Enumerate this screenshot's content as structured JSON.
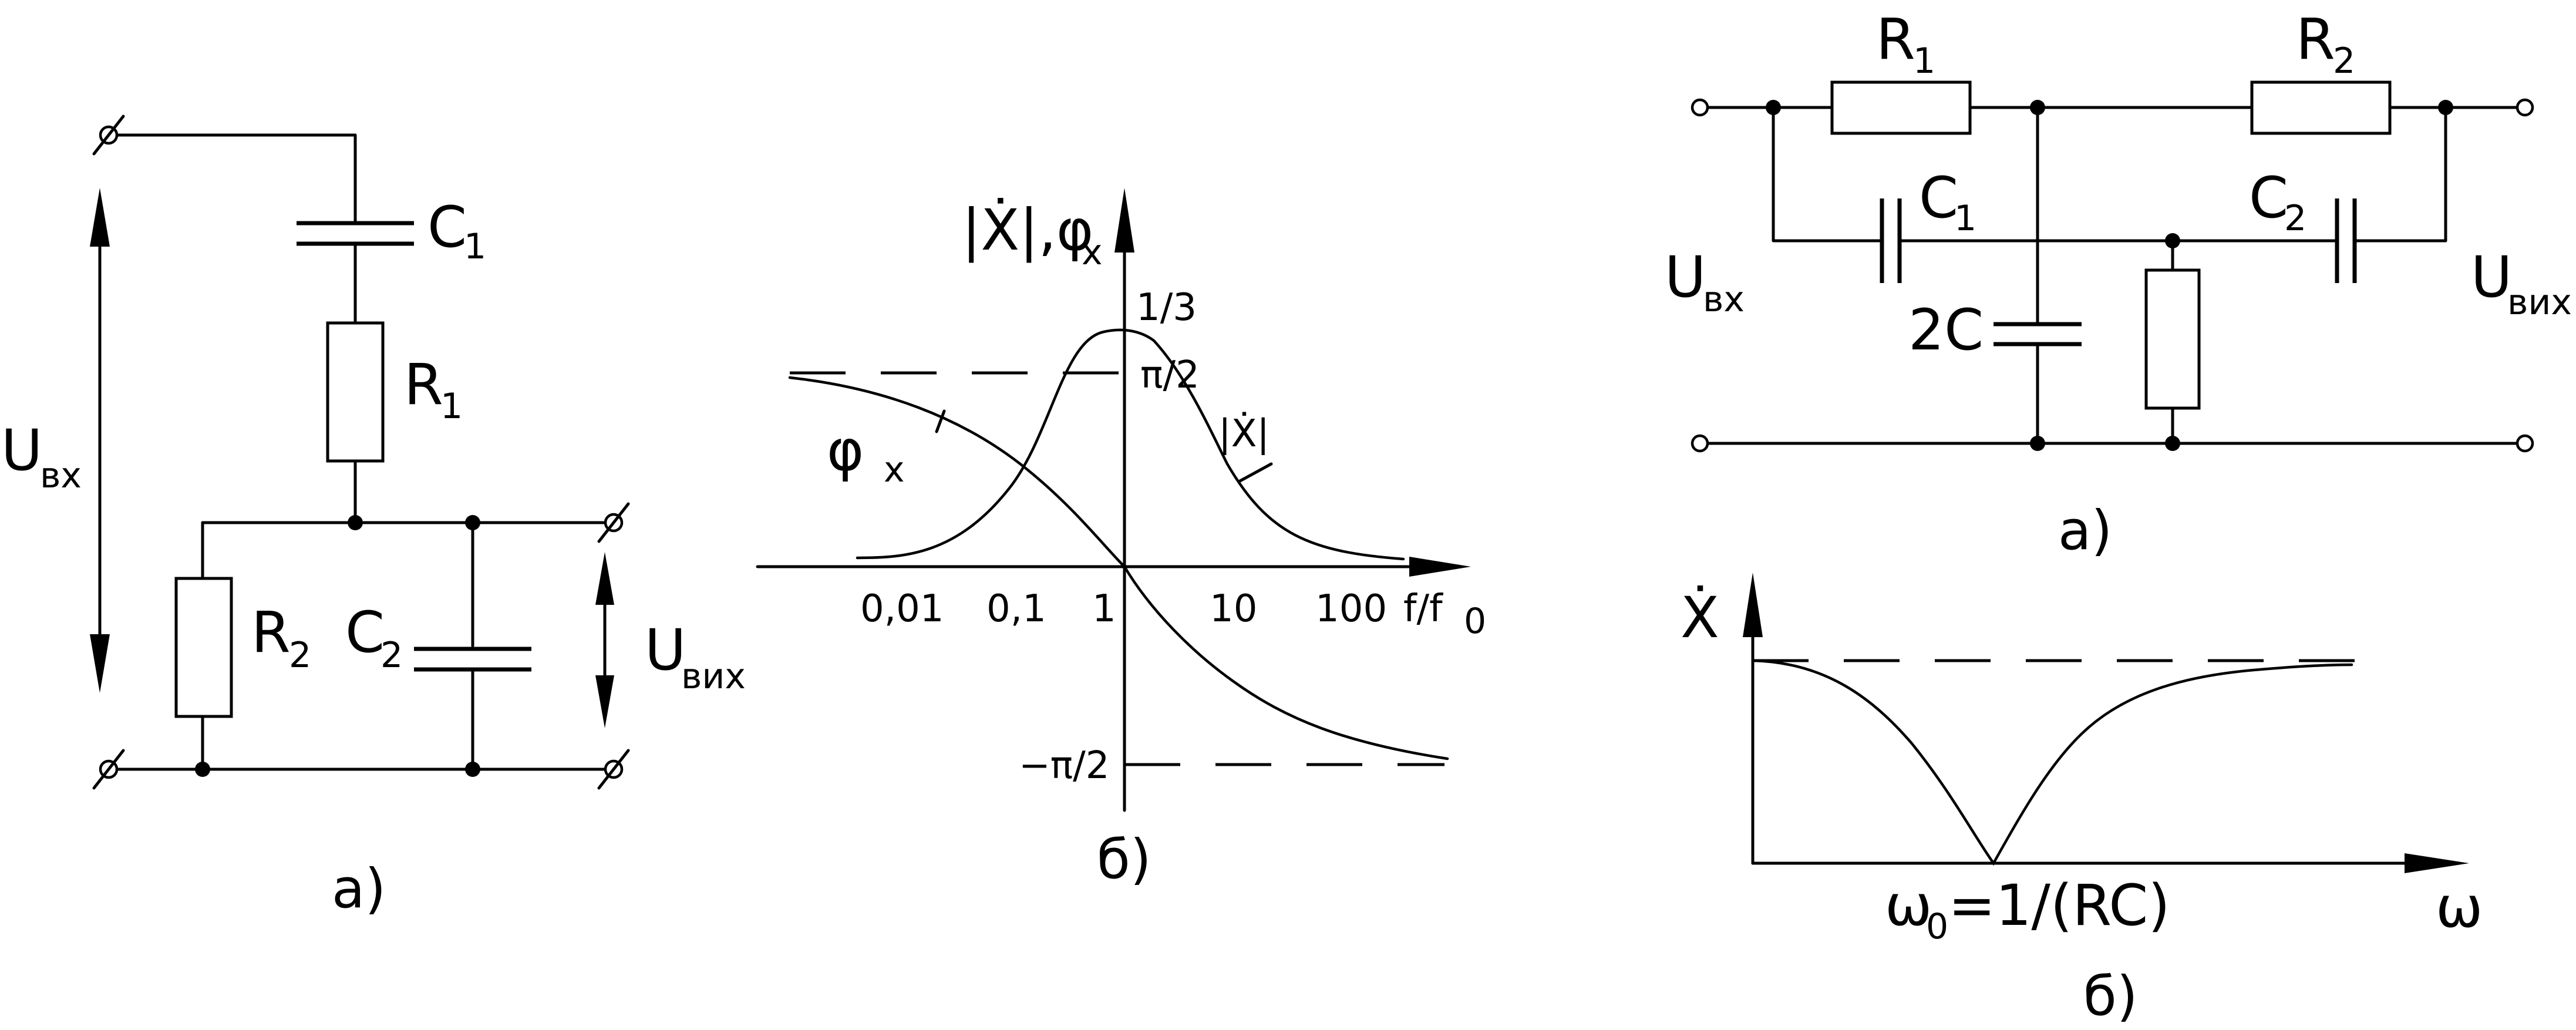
{
  "left": {
    "labels": {
      "c1": "C",
      "c1_sub": "1",
      "r1": "R",
      "r1_sub": "1",
      "r2": "R",
      "r2_sub": "2",
      "c2": "C",
      "c2_sub": "2",
      "uin": "U",
      "uin_sub": "вх",
      "uout": "U",
      "uout_sub": "вих"
    },
    "caption_a": "а)",
    "graph": {
      "y_label": "|Ẋ|,φ",
      "y_label_sub": "x",
      "peak_label": "1/3",
      "pi_half": "π/2",
      "minus_pi_half": "−π/2",
      "phi_label": "φ",
      "phi_label_sub": "x",
      "mag_label": "|Ẋ|",
      "x_label": "f/f",
      "x_label_sub": "0",
      "x_ticks": [
        "0,01",
        "0,1",
        "1",
        "10",
        "100"
      ]
    },
    "caption_b": "б)"
  },
  "right": {
    "labels": {
      "r1": "R",
      "r1_sub": "1",
      "r2": "R",
      "r2_sub": "2",
      "c1": "C",
      "c1_sub": "1",
      "c2": "C",
      "c2_sub": "2",
      "c_mid": "2C",
      "uin": "U",
      "uin_sub": "вх",
      "uout": "U",
      "uout_sub": "вих"
    },
    "caption_a": "а)",
    "graph": {
      "y_label": "Ẋ",
      "x_label": "ω",
      "min_label": "ω",
      "min_label_sub": "0",
      "min_label_rest": "=1/(RC)"
    },
    "caption_b": "б)"
  }
}
